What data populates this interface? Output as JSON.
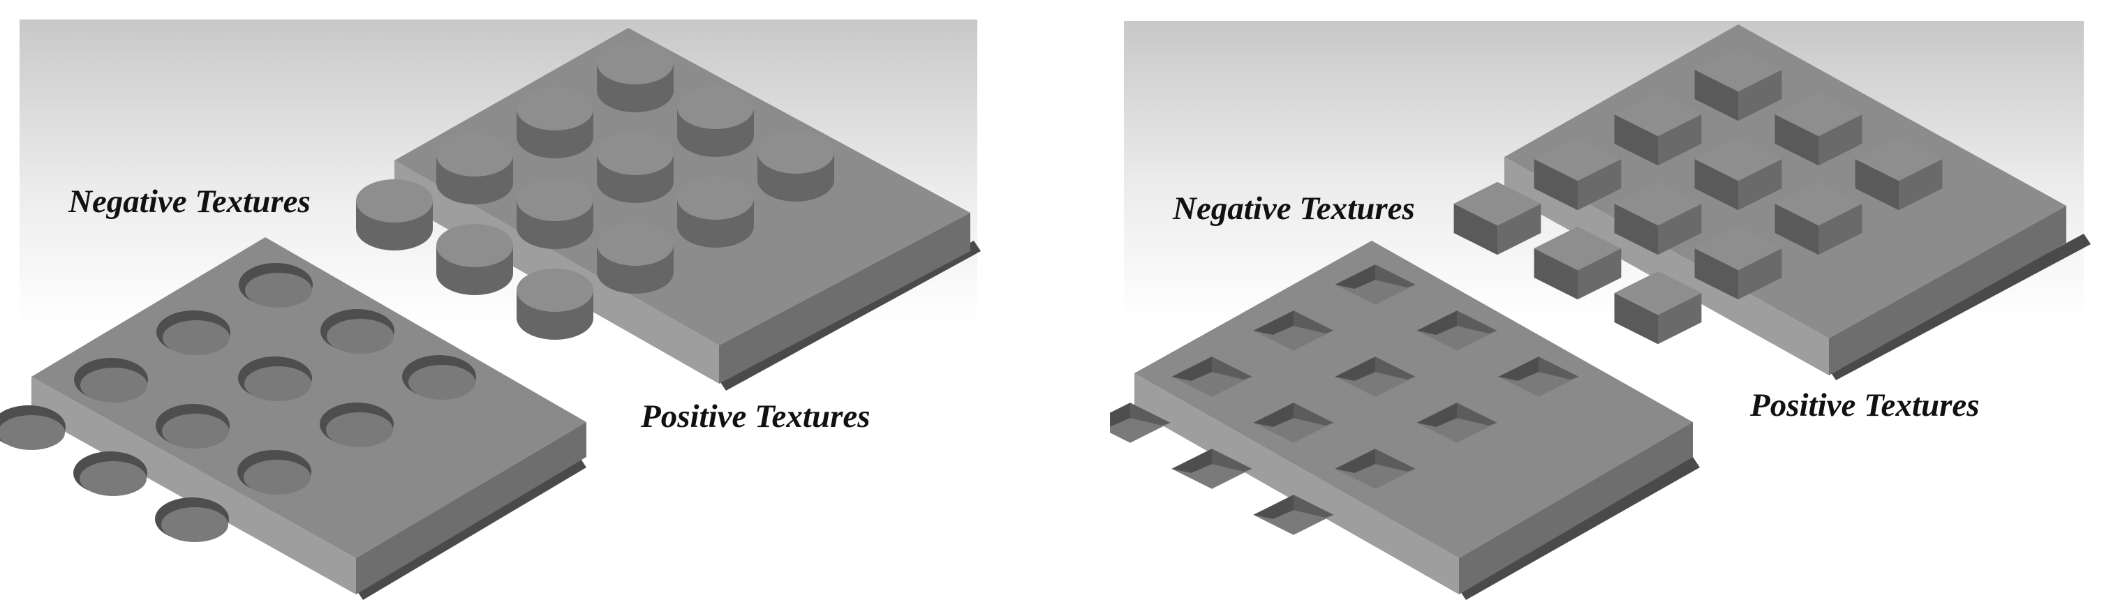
{
  "figure": {
    "panels": [
      {
        "id": "circular",
        "feature_shape": "circle",
        "grid": {
          "rows": 4,
          "cols": 3
        },
        "negative_label": "Negative Textures",
        "positive_label": "Positive Textures"
      },
      {
        "id": "square",
        "feature_shape": "square",
        "grid": {
          "rows": 4,
          "cols": 3
        },
        "negative_label": "Negative Textures",
        "positive_label": "Positive Textures"
      }
    ],
    "colors": {
      "backdrop_top": "#c8c8c8",
      "backdrop_bottom": "#ffffff",
      "plate_top": "#8c8c8c",
      "plate_front_left": "#9e9e9e",
      "plate_front_right": "#6e6e6e",
      "plate_shadow": "#4a4a4a",
      "recess_floor": "#7a7a7a",
      "recess_wall": "#4e4e4e",
      "feature_top": "#8e8e8e",
      "feature_side": "#666666"
    }
  }
}
